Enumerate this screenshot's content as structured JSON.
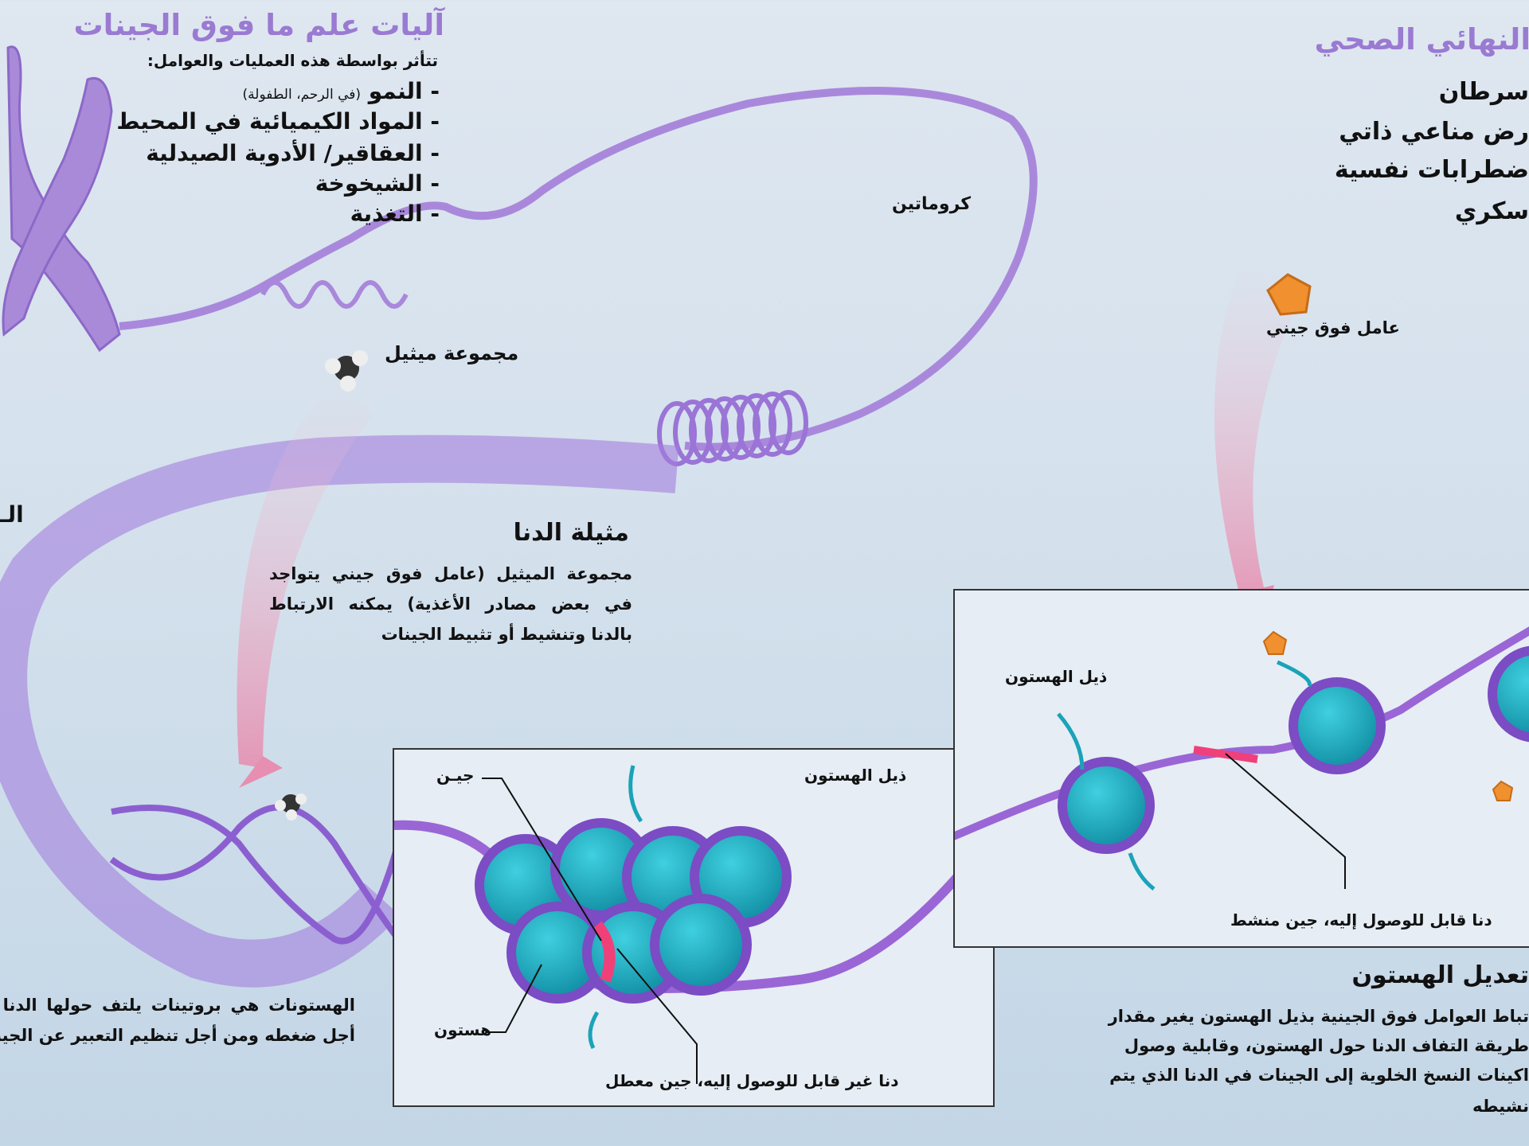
{
  "left_panel": {
    "title": "آليات علم ما فوق الجينات",
    "subtitle": "تتأثر بواسطة هذه العمليات والعوامل:",
    "items": [
      {
        "label": "- النمو",
        "note": "(في الرحم، الطفولة)"
      },
      {
        "label": "- المواد الكيميائية في المحيط"
      },
      {
        "label": "- العقاقير/ الأدوية الصيدلية"
      },
      {
        "label": "- الشيخوخة"
      },
      {
        "label": "- التغذية"
      }
    ]
  },
  "right_panel": {
    "title": "النهائي الصحي",
    "items": [
      "سرطان",
      "رض مناعي ذاتي",
      "ضطرابات نفسية",
      "سكري"
    ]
  },
  "labels": {
    "chromatin": "كروماتين",
    "methyl_group": "مجموعة ميثيل",
    "epigenetic_factor": "عامل فوق جيني",
    "left_cut": "الـ"
  },
  "dna_methylation": {
    "title": "مثيلة الدنا",
    "body": "مجموعة الميثيل (عامل فوق جيني يتواجد في بعض مصادر الأغذية) يمكنه الارتباط بالدنا وتنشيط أو تثبيط الجينات"
  },
  "histones_note": "الهستونات هي بروتينات يلتف حولها الدنا من أجل ضغطه ومن أجل تنظيم التعبير عن الجينات",
  "inactive_box": {
    "gene": "جيـن",
    "histone_tail": "ذيل الهستون",
    "histone": "هستون",
    "caption": "دنا غير قابل للوصول إليه، جين معطل"
  },
  "active_box": {
    "histone_tail": "ذيل الهستون",
    "caption": "دنا قابل للوصول إليه، جين منشط"
  },
  "histone_modification": {
    "title": "تعديل الهستون",
    "lines": [
      "تباط العوامل فوق الجينية بذيل الهستون يغير مقدار",
      "طريقة التفاف الدنا حول الهستون، وقابلية وصول",
      "اكينات النسخ الخلوية إلى الجينات في الدنا الذي يتم",
      "نشيطه"
    ]
  },
  "colors": {
    "title": "#9a7ad2",
    "dna": "#8b5fd0",
    "histone": "#1aa3b8",
    "gene": "#f0407a",
    "factor": "#f0902e"
  }
}
